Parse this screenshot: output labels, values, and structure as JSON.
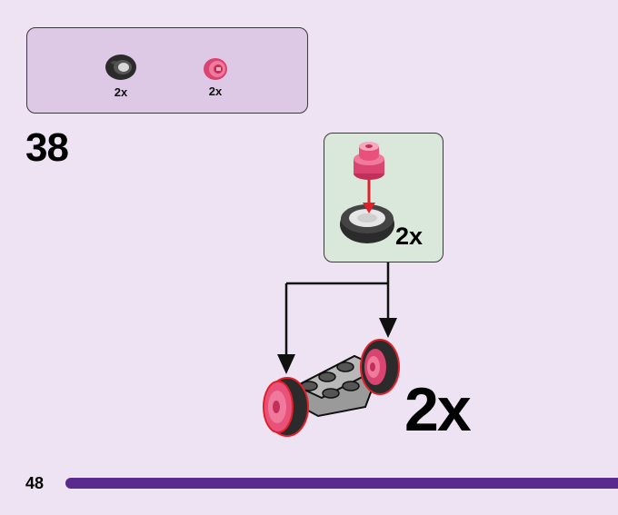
{
  "parts": [
    {
      "qty": "2x",
      "icon": "tire-icon"
    },
    {
      "qty": "2x",
      "icon": "pink-wheel-hub-icon"
    }
  ],
  "step": {
    "number": "38"
  },
  "subassembly": {
    "qty": "2x"
  },
  "assembly": {
    "qty": "2x"
  },
  "page": {
    "number": "48"
  },
  "colors": {
    "page_background": "#ede3f2",
    "parts_box": "#ddc9e6",
    "subassembly_box": "#d9e8da",
    "hub": "#e8527a",
    "tire": "#2b2b2b",
    "highlight": "#e0202a",
    "page_bar": "#5a2a8c"
  }
}
